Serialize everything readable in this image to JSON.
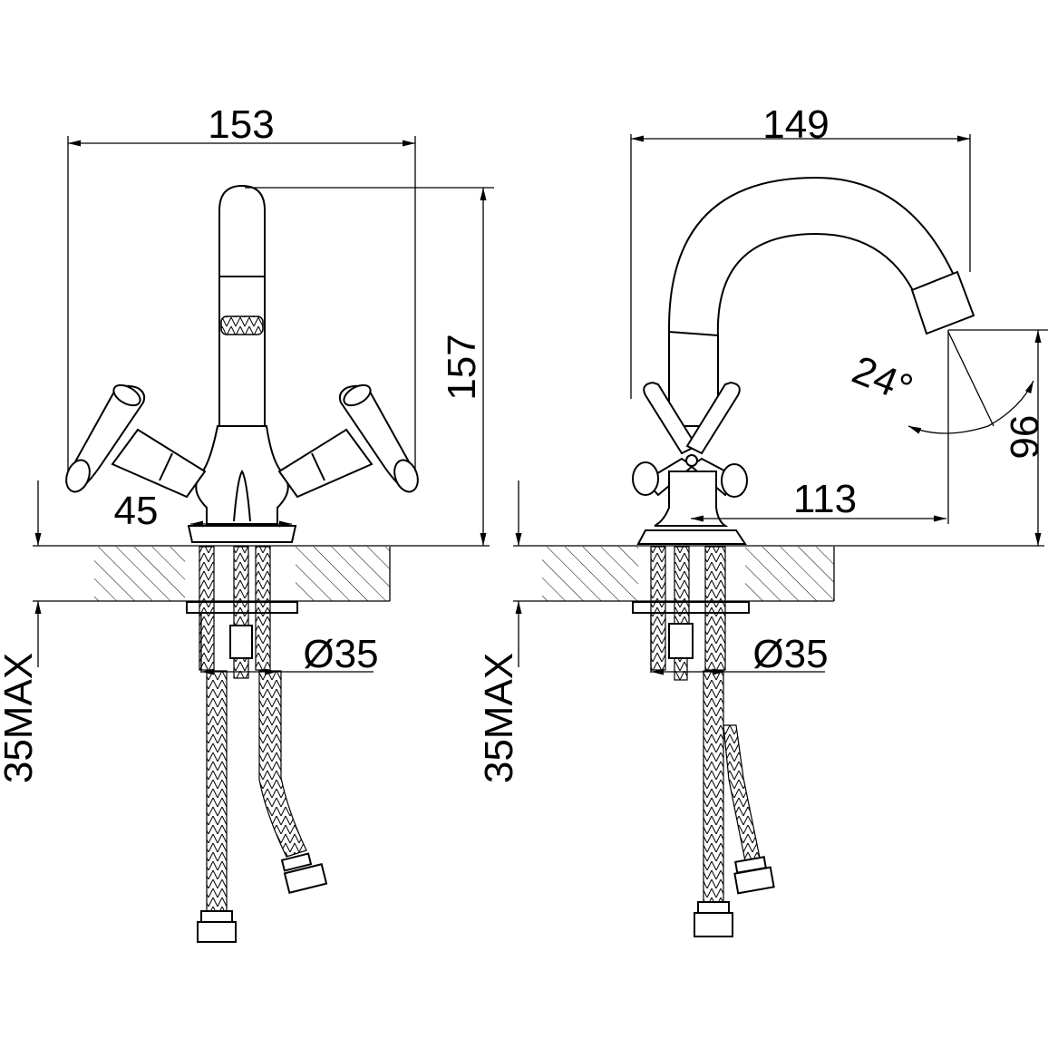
{
  "views": {
    "front": {
      "width_label": "153",
      "height_label": "157",
      "base_label": "45",
      "hole_label": "Ø35",
      "thickness_label": "35MAX"
    },
    "side": {
      "width_label": "149",
      "height_label": "96",
      "reach_label": "113",
      "angle_label": "24°",
      "hole_label": "Ø35",
      "thickness_label": "35MAX"
    }
  }
}
